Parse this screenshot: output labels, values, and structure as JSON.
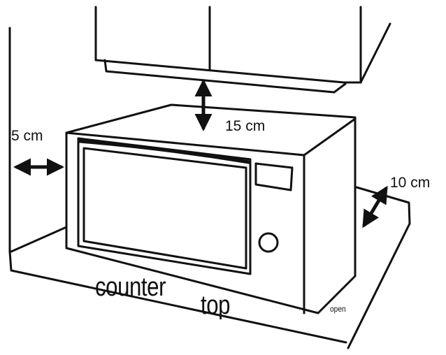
{
  "labels": {
    "side_clearance": "5 cm",
    "top_clearance": "15 cm",
    "back_clearance": "10 cm",
    "counter": "counter",
    "top": "top",
    "open": "open"
  },
  "colors": {
    "line": "#111111",
    "background": "#ffffff"
  },
  "icons": [
    "double-arrow-icon"
  ]
}
